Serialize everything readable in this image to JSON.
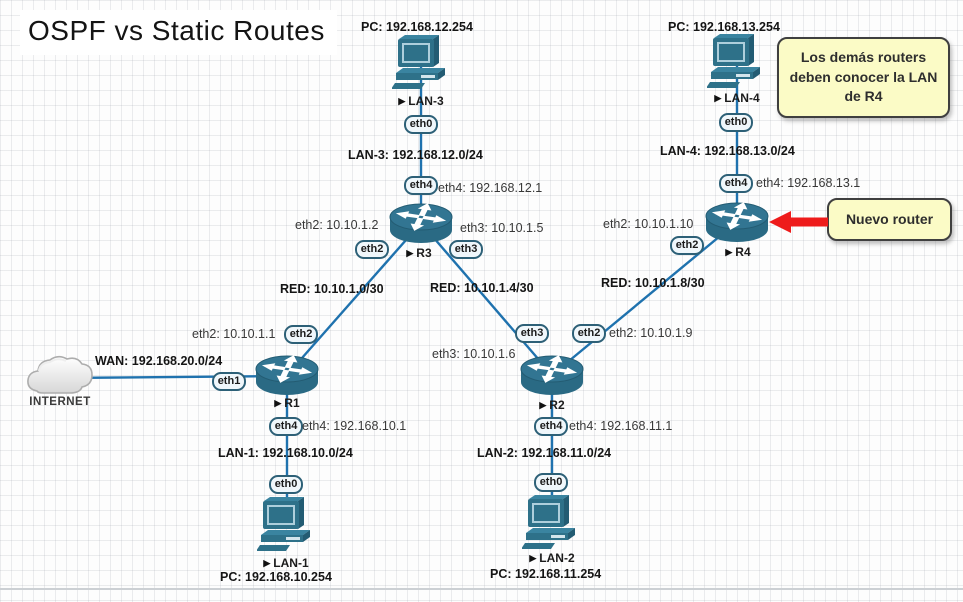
{
  "title": "OSPF vs Static Routes",
  "icons": {
    "node_marker": "▶",
    "internet_cloud": "cloud-icon",
    "router": "router-icon",
    "pc": "desktop-computer-icon",
    "red_arrow": "arrow-left-icon"
  },
  "internet": {
    "label": "INTERNET"
  },
  "networks": {
    "wan": "WAN: 192.168.20.0/24",
    "red_1": "RED: 10.10.1.0/30",
    "red_2": "RED: 10.10.1.4/30",
    "red_3": "RED: 10.10.1.8/30"
  },
  "lans": {
    "lan1": {
      "name": "LAN-1",
      "pc_ip": "PC: 192.168.10.254",
      "subnet": "LAN-1: 192.168.10.0/24",
      "port": "eth0"
    },
    "lan2": {
      "name": "LAN-2",
      "pc_ip": "PC: 192.168.11.254",
      "subnet": "LAN-2: 192.168.11.0/24",
      "port": "eth0"
    },
    "lan3": {
      "name": "LAN-3",
      "pc_ip": "PC: 192.168.12.254",
      "subnet": "LAN-3: 192.168.12.0/24",
      "port": "eth0"
    },
    "lan4": {
      "name": "LAN-4",
      "pc_ip": "PC: 192.168.13.254",
      "subnet": "LAN-4: 192.168.13.0/24",
      "port": "eth0"
    }
  },
  "routers": {
    "r1": {
      "name": "R1",
      "ports": {
        "eth1": "eth1",
        "eth2": "eth2",
        "eth4": "eth4"
      },
      "ifaces": {
        "eth2": "eth2: 10.10.1.1",
        "eth4": "eth4: 192.168.10.1"
      }
    },
    "r2": {
      "name": "R2",
      "ports": {
        "eth2": "eth2",
        "eth3": "eth3",
        "eth4": "eth4"
      },
      "ifaces": {
        "eth3": "eth3: 10.10.1.6",
        "eth2": "eth2: 10.10.1.9",
        "eth4": "eth4: 192.168.11.1"
      }
    },
    "r3": {
      "name": "R3",
      "ports": {
        "eth2": "eth2",
        "eth3": "eth3",
        "eth4": "eth4"
      },
      "ifaces": {
        "eth2": "eth2: 10.10.1.2",
        "eth3": "eth3: 10.10.1.5",
        "eth4": "eth4: 192.168.12.1"
      }
    },
    "r4": {
      "name": "R4",
      "ports": {
        "eth2": "eth2",
        "eth4": "eth4"
      },
      "ifaces": {
        "eth2": "eth2: 10.10.1.10",
        "eth4": "eth4: 192.168.13.1"
      }
    }
  },
  "notes": {
    "info": "Los demás routers deben conocer la LAN de R4",
    "new_router": "Nuevo router"
  },
  "colors": {
    "link_blue": "#1f72ae",
    "device_teal": "#2e7089",
    "note_yellow": "#fbfbc6",
    "arrow_red": "#ee1b1b",
    "grid_line": "#e9ebee"
  }
}
